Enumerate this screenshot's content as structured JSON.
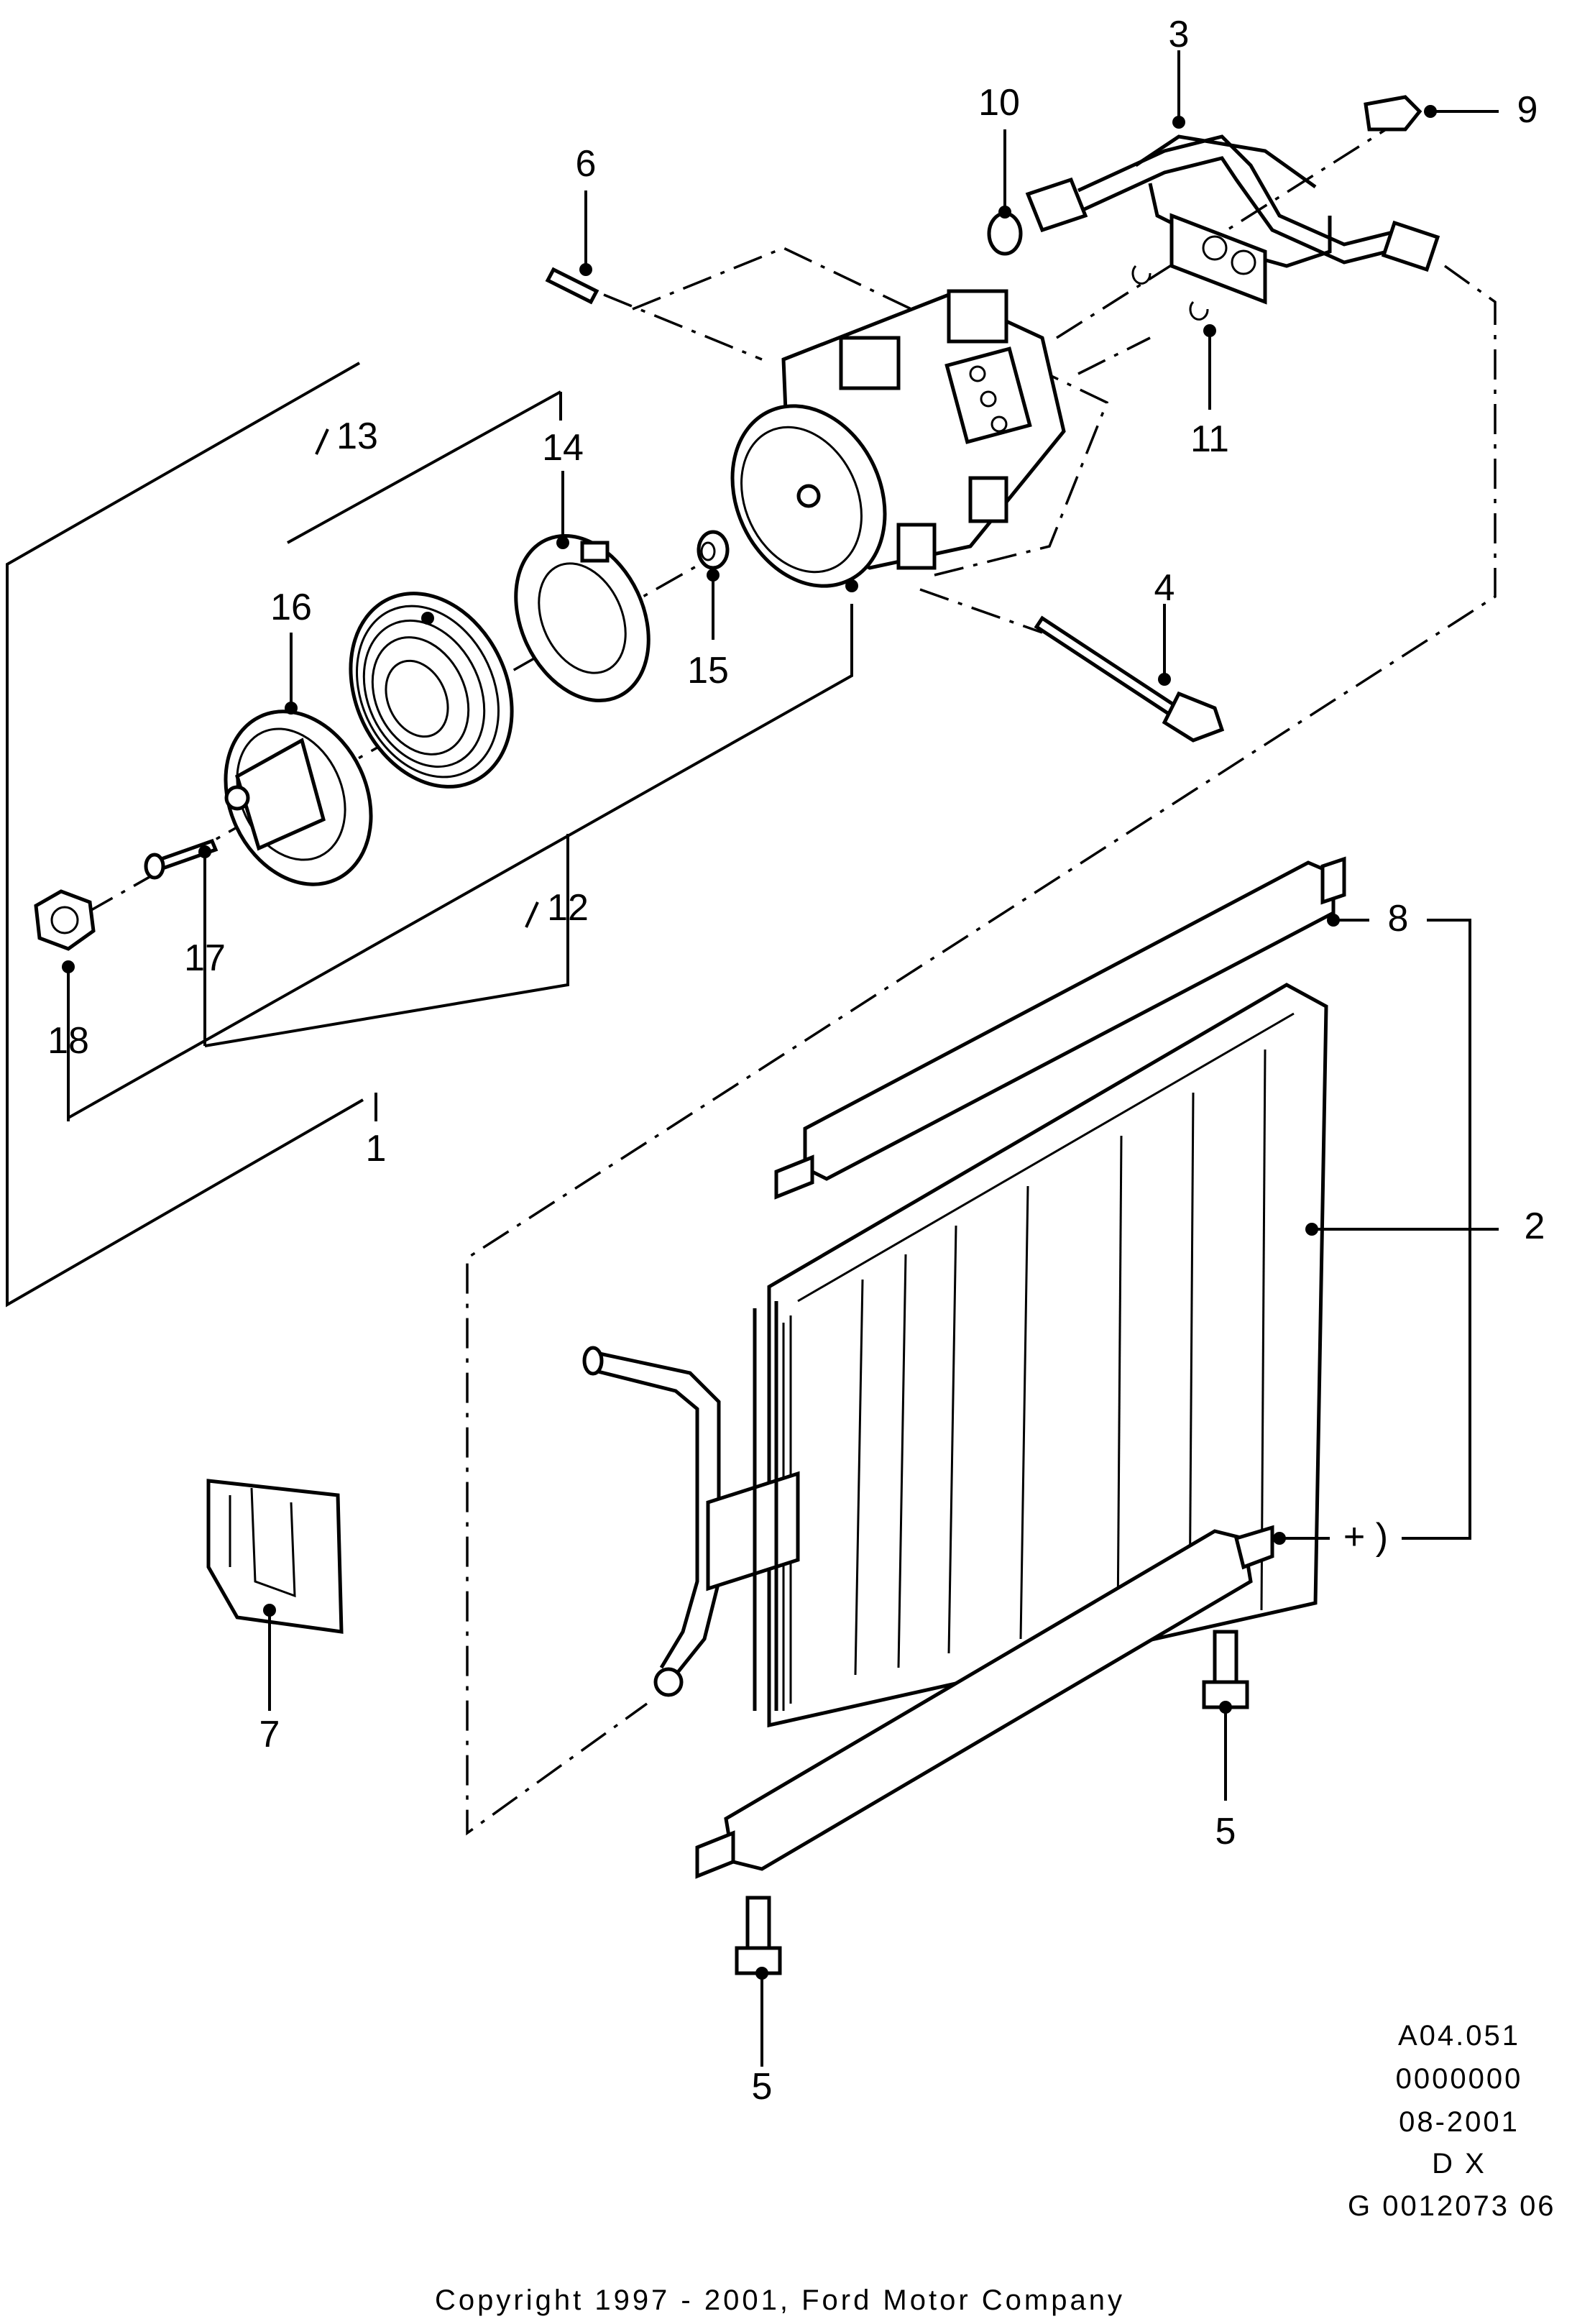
{
  "callouts": {
    "c1": "1",
    "c2": "2",
    "c3": "3",
    "c4": "4",
    "c5a": "5",
    "c5b": "5",
    "c6": "6",
    "c7": "7",
    "c8": "8",
    "c9": "9",
    "c10": "10",
    "c11": "11",
    "c12": "12",
    "c13": "13",
    "c14": "14",
    "c15": "15",
    "c16": "16",
    "c17": "17",
    "c18": "18",
    "plus_note": "+ )"
  },
  "reference_block": {
    "line1": "A04.051",
    "line2": "0000000",
    "line3": "08-2001",
    "line4": "D X",
    "line5": "G 0012073 06"
  },
  "footer": {
    "copyright": "Copyright 1997 - 2001, Ford Motor Company"
  }
}
